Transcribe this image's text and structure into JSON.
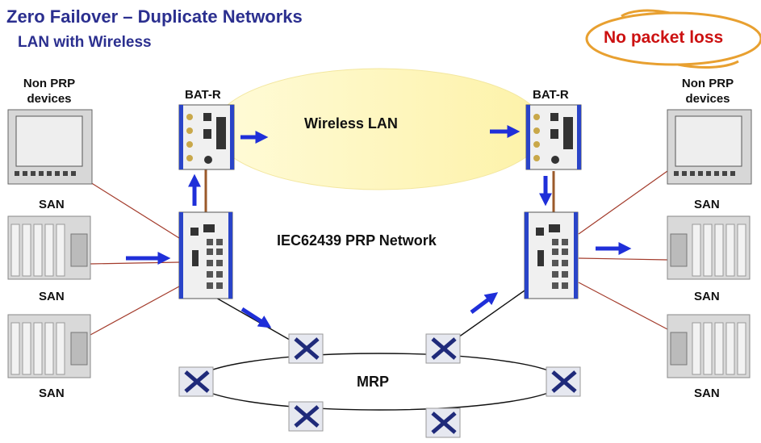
{
  "title": "Zero Failover – Duplicate Networks",
  "subtitle": "LAN with Wireless",
  "badge": "No packet loss",
  "left_devices_label": "Non PRP devices",
  "right_devices_label": "Non PRP devices",
  "left_bat": "BAT-R",
  "right_bat": "BAT-R",
  "wireless": "Wireless LAN",
  "prp_network": "IEC62439 PRP Network",
  "mrp": "MRP",
  "san": "SAN",
  "colors": {
    "title": "#2b2f8f",
    "arrow": "#1f2fd9",
    "badge_text": "#cc1111",
    "badge_ring": "#e8a030",
    "wireless_fill": "#fdf6b8",
    "links": "#a33b2b"
  },
  "icons": [
    "monitor-icon",
    "rack-device-icon",
    "bat-r-access-point-icon",
    "prp-switch-icon",
    "mrp-switch-icon",
    "arrow-icon"
  ]
}
